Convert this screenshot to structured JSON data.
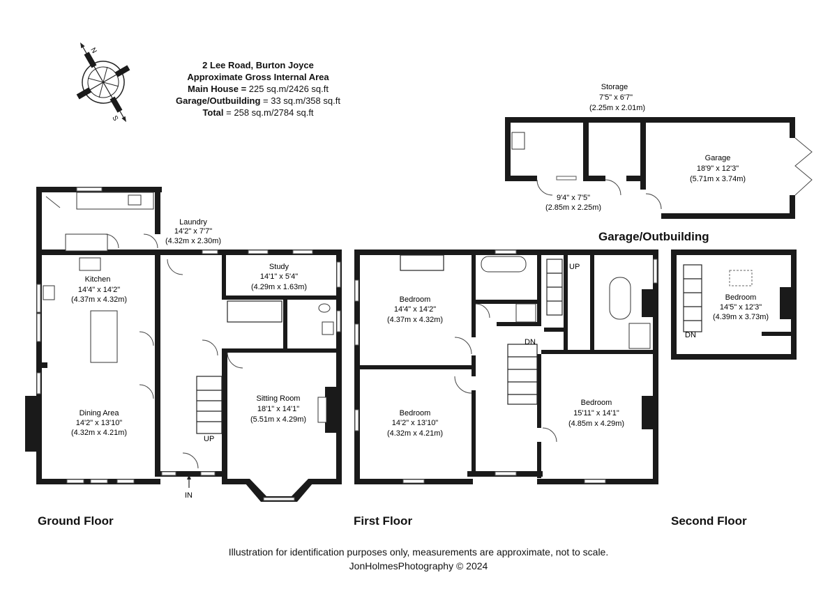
{
  "header": {
    "address": "2 Lee Road, Burton Joyce",
    "area_heading": "Approximate Gross Internal Area",
    "main_house_label": "Main House =",
    "main_house_value": "225 sq.m/2426 sq.ft",
    "garage_label": "Garage/Outbuilding",
    "garage_value": "= 33 sq.m/358 sq.ft",
    "total_label": "Total",
    "total_value": "= 258 sq.m/2784 sq.ft"
  },
  "compass": {
    "north": "N",
    "south": "S"
  },
  "floors": {
    "ground": "Ground Floor",
    "first": "First Floor",
    "second": "Second Floor",
    "garage": "Garage/Outbuilding"
  },
  "rooms": {
    "laundry": {
      "name": "Laundry",
      "imperial": "14'2\" x 7'7\"",
      "metric": "(4.32m x 2.30m)"
    },
    "kitchen": {
      "name": "Kitchen",
      "imperial": "14'4\" x 14'2\"",
      "metric": "(4.37m x 4.32m)"
    },
    "study": {
      "name": "Study",
      "imperial": "14'1\" x 5'4\"",
      "metric": "(4.29m x 1.63m)"
    },
    "dining": {
      "name": "Dining Area",
      "imperial": "14'2\" x 13'10\"",
      "metric": "(4.32m x 4.21m)"
    },
    "sitting": {
      "name": "Sitting Room",
      "imperial": "18'1\" x 14'1\"",
      "metric": "(5.51m x 4.29m)"
    },
    "bed1": {
      "name": "Bedroom",
      "imperial": "14'4\" x 14'2\"",
      "metric": "(4.37m x 4.32m)"
    },
    "bed2": {
      "name": "Bedroom",
      "imperial": "14'2\" x 13'10\"",
      "metric": "(4.32m x 4.21m)"
    },
    "bed3": {
      "name": "Bedroom",
      "imperial": "15'11\" x 14'1\"",
      "metric": "(4.85m x 4.29m)"
    },
    "bed4": {
      "name": "Bedroom",
      "imperial": "14'5\" x 12'3\"",
      "metric": "(4.39m x 3.73m)"
    },
    "storage": {
      "name": "Storage",
      "imperial": "7'5\" x 6'7\"",
      "metric": "(2.25m x 2.01m)"
    },
    "store2": {
      "imperial": "9'4\" x 7'5\"",
      "metric": "(2.85m x 2.25m)"
    },
    "garage": {
      "name": "Garage",
      "imperial": "18'9\" x 12'3\"",
      "metric": "(5.71m x 3.74m)"
    }
  },
  "stairs": {
    "up": "UP",
    "down": "DN",
    "entry": "IN"
  },
  "footer": {
    "disclaimer": "Illustration for identification purposes only, measurements are approximate, not to scale.",
    "credit": "JonHolmesPhotography © 2024"
  }
}
